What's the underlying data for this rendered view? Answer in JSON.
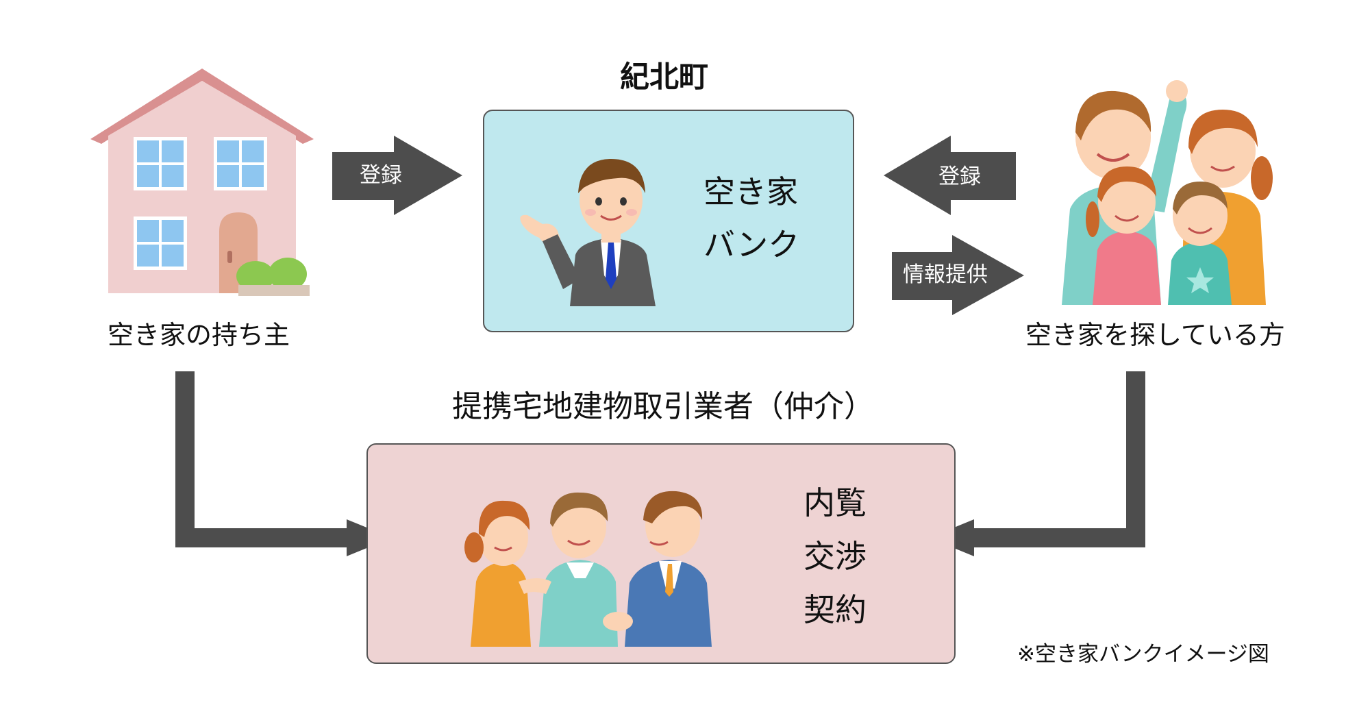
{
  "diagram": {
    "town_title": "紀北町",
    "broker_title": "提携宅地建物取引業者（仲介）",
    "owner_label": "空き家の持ち主",
    "seeker_label": "空き家を探している方",
    "bank_lines": [
      "空き家",
      "バンク"
    ],
    "broker_lines": [
      "内覧",
      "交渉",
      "契約"
    ],
    "arrow_owner_register": "登録",
    "arrow_seeker_register": "登録",
    "arrow_info": "情報提供",
    "note": "※空き家バンクイメージ図"
  },
  "colors": {
    "arrow": "#4d4d4d",
    "bank_panel": "#bfe8ee",
    "broker_panel": "#eed3d3",
    "house_wall": "#f0cfcf",
    "house_roof": "#d99090",
    "window": "#8ec6f0"
  },
  "icons": [
    "house-icon",
    "staff-man-icon",
    "family-icon",
    "handshake-people-icon"
  ]
}
